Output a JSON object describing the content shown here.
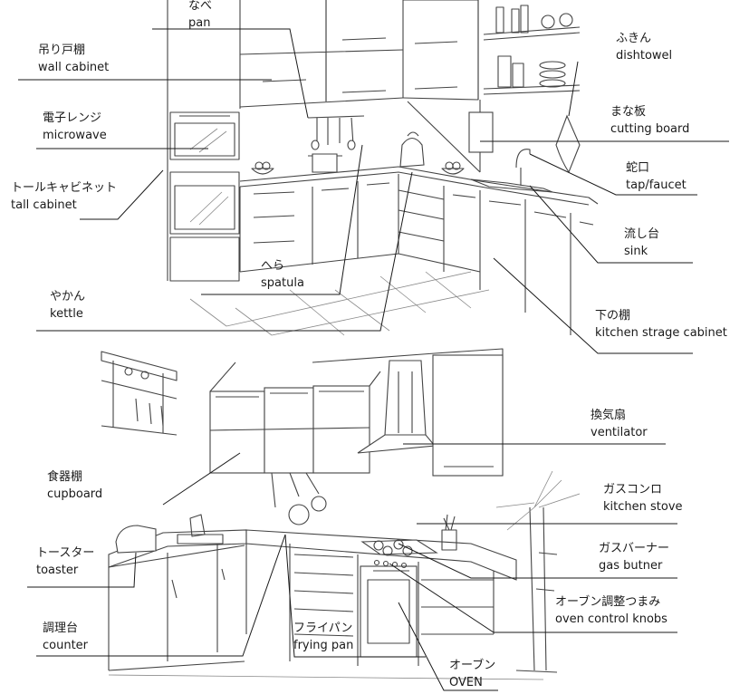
{
  "labels": {
    "pan": {
      "jp": "なべ",
      "en": "pan"
    },
    "wall_cabinet": {
      "jp": "吊り戸棚",
      "en": "wall cabinet"
    },
    "microwave": {
      "jp": "電子レンジ",
      "en": "microwave"
    },
    "tall_cabinet": {
      "jp": "トールキャビネット",
      "en": "tall cabinet"
    },
    "spatula": {
      "jp": "へら",
      "en": "spatula"
    },
    "kettle": {
      "jp": "やかん",
      "en": "kettle"
    },
    "dishtowel": {
      "jp": "ふきん",
      "en": "dishtowel"
    },
    "cutting_board": {
      "jp": "まな板",
      "en": "cutting board"
    },
    "faucet": {
      "jp": "蛇口",
      "en": "tap/faucet"
    },
    "sink": {
      "jp": "流し台",
      "en": "sink"
    },
    "storage_cabinet": {
      "jp": "下の棚",
      "en": "kitchen strage cabinet"
    },
    "ventilator": {
      "jp": "換気扇",
      "en": "ventilator"
    },
    "cupboard": {
      "jp": "食器棚",
      "en": "cupboard"
    },
    "stove": {
      "jp": "ガスコンロ",
      "en": "kitchen stove"
    },
    "burner": {
      "jp": "ガスバーナー",
      "en": "gas butner"
    },
    "toaster": {
      "jp": "トースター",
      "en": "toaster"
    },
    "knobs": {
      "jp": "オーブン調整つまみ",
      "en": "oven control knobs"
    },
    "counter": {
      "jp": "調理台",
      "en": "counter"
    },
    "frying_pan": {
      "jp": "フライパン",
      "en": "frying pan"
    },
    "oven": {
      "jp": "オーブン",
      "en": "OVEN"
    }
  }
}
